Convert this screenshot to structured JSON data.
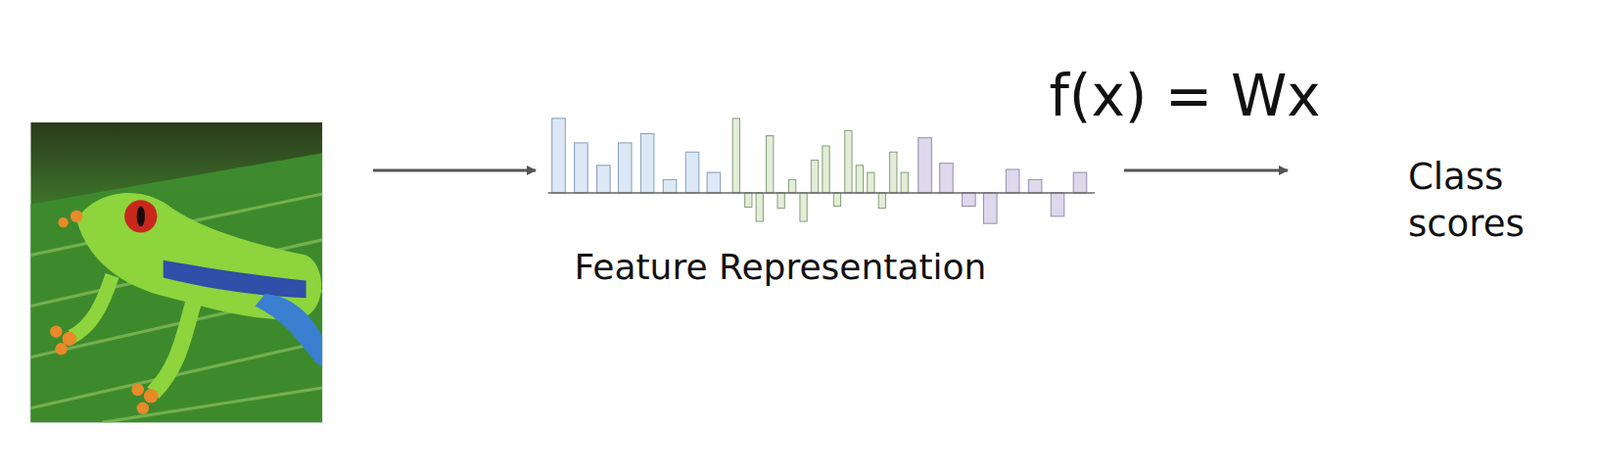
{
  "diagram": {
    "labels": [
      "f(x) = Wx",
      "Feature Representation",
      "Class scores"
    ]
  }
}
